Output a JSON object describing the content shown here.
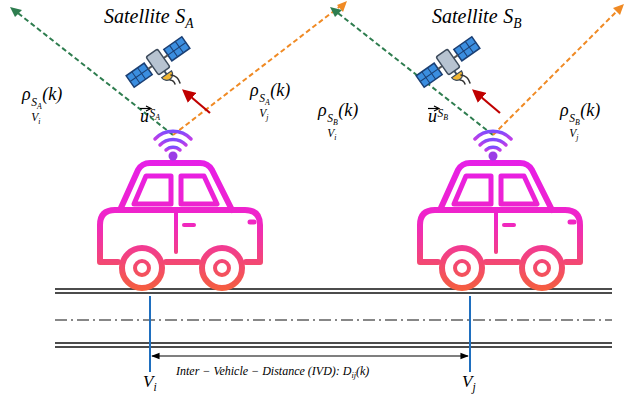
{
  "diagram": {
    "labels": [
      "Satellite",
      "S",
      "A",
      "Satellite",
      "S",
      "B",
      "ρ",
      "S",
      "A",
      "V",
      "i",
      "(k)",
      "ρ",
      "S",
      "B",
      "V",
      "i",
      "(k)",
      "ρ",
      "S",
      "A",
      "V",
      "j",
      "(k)",
      "ρ",
      "S",
      "B",
      "V",
      "j",
      "(k)",
      "u",
      "S",
      "A",
      "u",
      "S",
      "B",
      "V",
      "i",
      "V",
      "j",
      "Inter − Vehicle − Distance (IVD): D",
      "ij",
      "(k)"
    ]
  }
}
